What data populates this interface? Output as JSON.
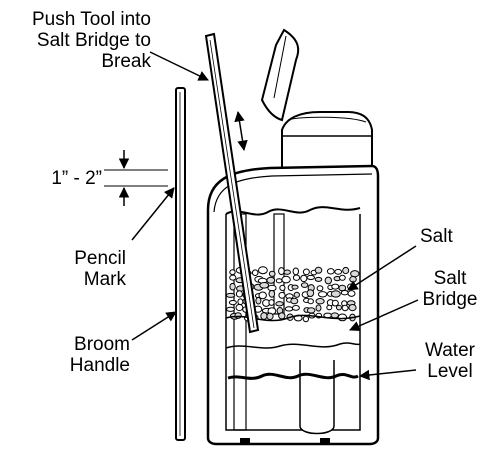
{
  "labels": {
    "push_tool": [
      "Push Tool into",
      "Salt Bridge to",
      "Break"
    ],
    "measure": "1” - 2”",
    "pencil_mark": [
      "Pencil",
      "Mark"
    ],
    "broom_handle": [
      "Broom",
      "Handle"
    ],
    "salt": "Salt",
    "salt_bridge": [
      "Salt",
      "Bridge"
    ],
    "water_level": [
      "Water",
      "Level"
    ]
  },
  "colors": {
    "ink": "#000000",
    "paper": "#ffffff",
    "salt_fill": "#d9d9d9"
  }
}
